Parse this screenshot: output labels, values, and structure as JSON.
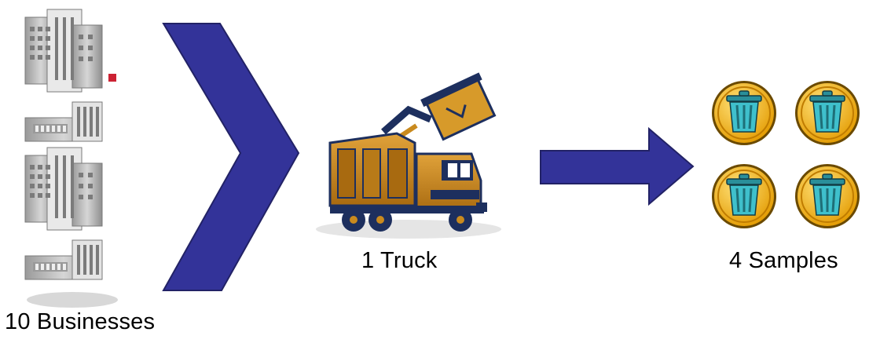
{
  "diagram": {
    "source": {
      "label": "10 Businesses",
      "icon": "office-buildings-icon",
      "count": 4
    },
    "collector": {
      "label": "1 Truck",
      "icon": "garbage-truck-icon"
    },
    "output": {
      "label": "4 Samples",
      "icon": "trash-can-icon",
      "count": 4
    },
    "colors": {
      "arrow": "#333399",
      "building": "#b8b8b8",
      "truck_body": "#c98a1e",
      "truck_dark": "#1d2f5e",
      "sample_ring": "#f2b614",
      "sample_can": "#35b8c4"
    }
  }
}
